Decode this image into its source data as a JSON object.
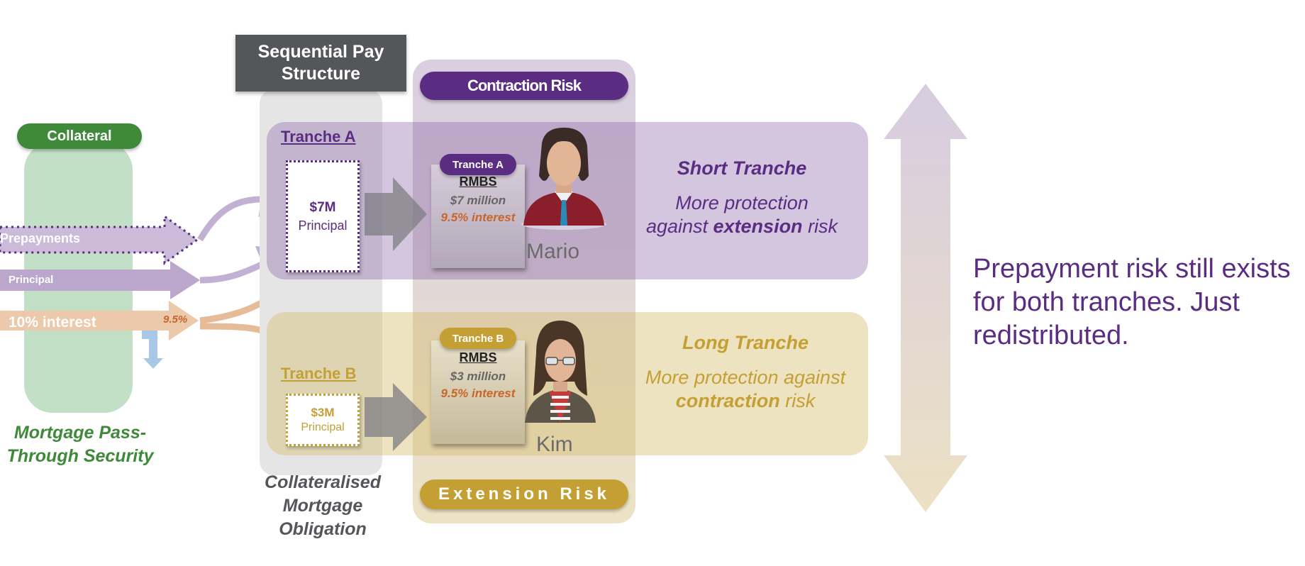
{
  "collateral": {
    "label": "Collateral",
    "caption_line1": "Mortgage Pass-",
    "caption_line2": "Through Security",
    "flows": {
      "prepayments": "Prepayments",
      "principal": "Principal",
      "interest": "10% interest",
      "passed_rate": "9.5%"
    }
  },
  "cmo": {
    "header_line1": "Sequential Pay",
    "header_line2": "Structure",
    "caption_line1": "Collateralised",
    "caption_line2": "Mortgage",
    "caption_line3": "Obligation"
  },
  "risk": {
    "top": "Contraction Risk",
    "bottom": "Extension Risk"
  },
  "tranche_a": {
    "label": "Tranche A",
    "box_amount": "$7M",
    "box_word": "Principal",
    "badge": "Tranche A",
    "doc_title": "RMBS",
    "doc_amount": "$7 million",
    "doc_rate": "9.5% interest",
    "holder": "Mario",
    "heading": "Short Tranche",
    "desc_line1": "More protection",
    "desc_pre": "against ",
    "desc_bold": "extension",
    "desc_post": " risk"
  },
  "tranche_b": {
    "label": "Tranche B",
    "box_amount": "$3M",
    "box_word": "Principal",
    "badge": "Tranche B",
    "doc_title": "RMBS",
    "doc_amount": "$3 million",
    "doc_rate": "9.5% interest",
    "holder": "Kim",
    "heading": "Long Tranche",
    "desc_line1": "More protection against",
    "desc_bold": "contraction",
    "desc_post": " risk"
  },
  "note": {
    "line1": "Prepayment risk still exists",
    "line2": "for both tranches. Just",
    "line3": "redistributed."
  },
  "colors": {
    "purple": "#5b2d82",
    "gold": "#c4a034",
    "green": "#3e8a3a",
    "dark_gray": "#54565a",
    "orange": "#c8652a"
  }
}
